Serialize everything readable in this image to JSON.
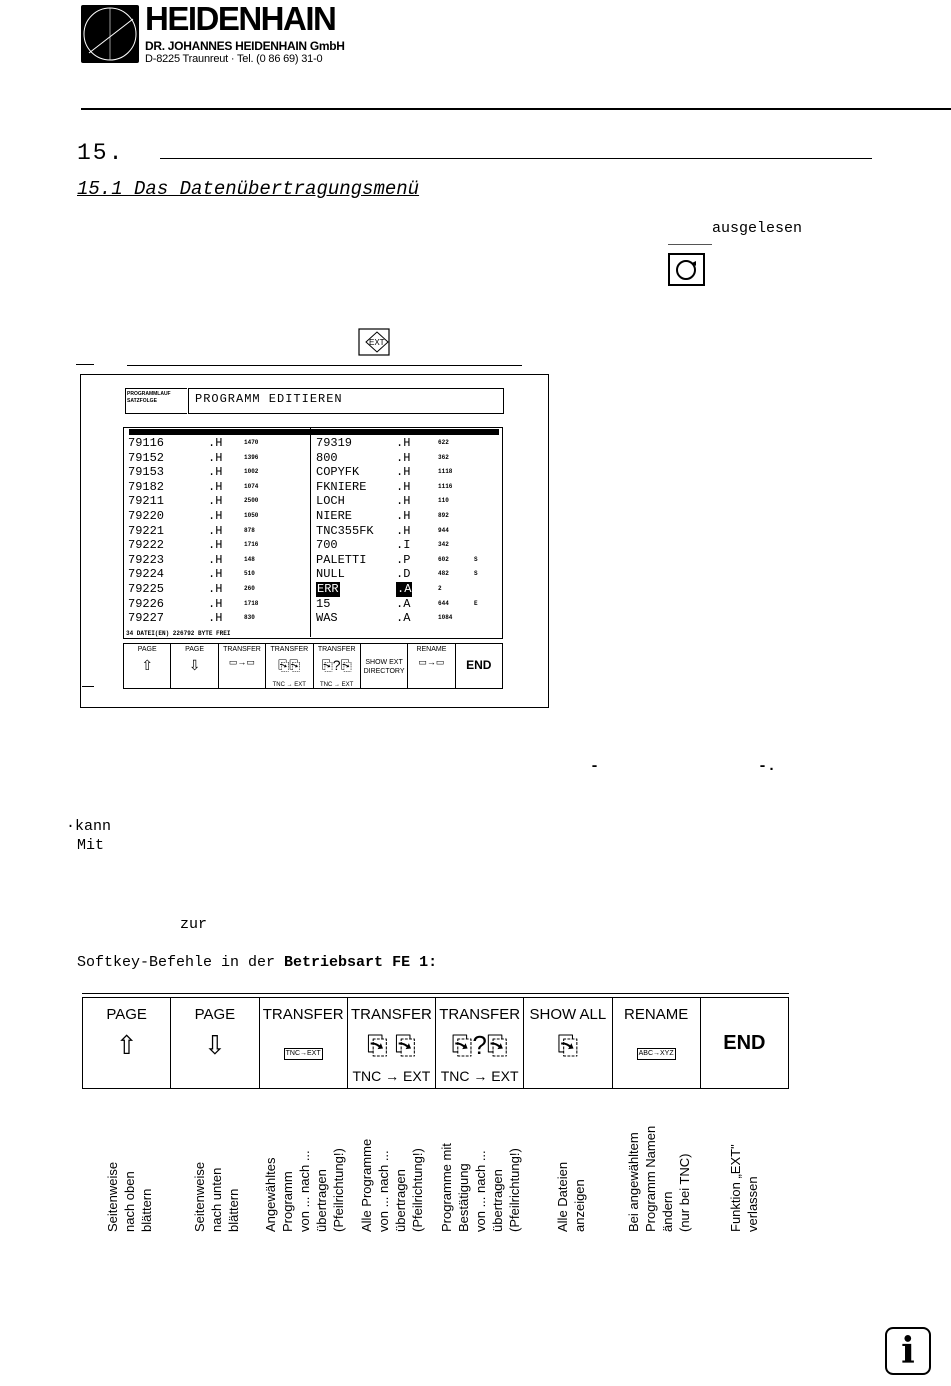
{
  "header": {
    "brand": "HEIDENHAIN",
    "company": "DR. JOHANNES HEIDENHAIN GmbH",
    "address": "D-8225 Traunreut · Tel. (0 86 69) 31-0"
  },
  "chapter_number": "15.",
  "section_title": "15.1 Das Datenübertragungsmenü",
  "fragments": {
    "ausgelesen": "ausgelesen",
    "kann": "·kann",
    "mit": "Mit",
    "zur": "zur",
    "dash": "-",
    "dash_dot": "-."
  },
  "screen": {
    "mode_left": "PROGRAMMLAUF SATZFOLGE",
    "mode_title": "PROGRAMM EDITIEREN",
    "files_left": [
      {
        "name": "79116",
        "ext": ".H",
        "size": "1470"
      },
      {
        "name": "79152",
        "ext": ".H",
        "size": "1396"
      },
      {
        "name": "79153",
        "ext": ".H",
        "size": "1002"
      },
      {
        "name": "79182",
        "ext": ".H",
        "size": "1074"
      },
      {
        "name": "79211",
        "ext": ".H",
        "size": "2500"
      },
      {
        "name": "79220",
        "ext": ".H",
        "size": "1050"
      },
      {
        "name": "79221",
        "ext": ".H",
        "size": "878"
      },
      {
        "name": "79222",
        "ext": ".H",
        "size": "1716"
      },
      {
        "name": "79223",
        "ext": ".H",
        "size": "148"
      },
      {
        "name": "79224",
        "ext": ".H",
        "size": "510"
      },
      {
        "name": "79225",
        "ext": ".H",
        "size": "260"
      },
      {
        "name": "79226",
        "ext": ".H",
        "size": "1718"
      },
      {
        "name": "79227",
        "ext": ".H",
        "size": "830"
      }
    ],
    "files_right": [
      {
        "name": "79319",
        "ext": ".H",
        "size": "622",
        "flag": ""
      },
      {
        "name": "800",
        "ext": ".H",
        "size": "362",
        "flag": ""
      },
      {
        "name": "COPYFK",
        "ext": ".H",
        "size": "1118",
        "flag": ""
      },
      {
        "name": "FKNIERE",
        "ext": ".H",
        "size": "1116",
        "flag": ""
      },
      {
        "name": "LOCH",
        "ext": ".H",
        "size": "110",
        "flag": ""
      },
      {
        "name": "NIERE",
        "ext": ".H",
        "size": "892",
        "flag": ""
      },
      {
        "name": "TNC355FK",
        "ext": ".H",
        "size": "944",
        "flag": ""
      },
      {
        "name": "700",
        "ext": ".I",
        "size": "342",
        "flag": ""
      },
      {
        "name": "PALETTI",
        "ext": ".P",
        "size": "602",
        "flag": "S"
      },
      {
        "name": "NULL",
        "ext": ".D",
        "size": "482",
        "flag": "S"
      },
      {
        "name": "ERR",
        "ext": ".A",
        "size": "2",
        "flag": ""
      },
      {
        "name": "15",
        "ext": ".A",
        "size": "644",
        "flag": "E"
      },
      {
        "name": "WAS",
        "ext": ".A",
        "size": "1084",
        "flag": ""
      }
    ],
    "footer": "34  DATEI(EN)   226792 BYTE FREI",
    "softkeys": [
      {
        "label": "PAGE",
        "symbol": "⇧",
        "sub": ""
      },
      {
        "label": "PAGE",
        "symbol": "⇩",
        "sub": ""
      },
      {
        "label": "TRANSFER",
        "symbol": "▭→▭",
        "sub": ""
      },
      {
        "label": "TRANSFER",
        "symbol": "⎘⎘",
        "sub": "TNC → EXT"
      },
      {
        "label": "TRANSFER",
        "symbol": "⎘?⎘",
        "sub": "TNC → EXT"
      },
      {
        "label": "",
        "symbol": "SHOW EXT DIRECTORY",
        "sub": ""
      },
      {
        "label": "RENAME",
        "symbol": "▭→▭",
        "sub": ""
      },
      {
        "label": "",
        "symbol": "END",
        "sub": ""
      }
    ]
  },
  "softkey_heading": {
    "pre": "Softkey-Befehle in der ",
    "bold": "Betriebsart FE 1:"
  },
  "softkeys": [
    {
      "label": "PAGE",
      "symbol": "⇧",
      "sub": "",
      "desc": "Seitenweise\nnach oben\nblättern"
    },
    {
      "label": "PAGE",
      "symbol": "⇩",
      "sub": "",
      "desc": "Seitenweise\nnach unten\nblättern"
    },
    {
      "label": "TRANSFER",
      "symbol": "TNC→EXT",
      "sub": "",
      "desc": "Angewähltes\nProgramm\nvon ... nach ...\nübertragen\n(Pfeilrichtung!)"
    },
    {
      "label": "TRANSFER",
      "symbol": "⎘ ⎘",
      "sub": "TNC → EXT",
      "desc": "Alle Programme\nvon ... nach ...\nübertragen\n(Pfeilrichtung!)"
    },
    {
      "label": "TRANSFER",
      "symbol": "⎘?⎘",
      "sub": "TNC → EXT",
      "desc": "Programme mit\nBestätigung\nvon ... nach ...\nübertragen\n(Pfeilrichtung!)"
    },
    {
      "label": "SHOW ALL",
      "symbol": "⎘",
      "sub": "",
      "desc": "Alle Dateien\nanzeigen"
    },
    {
      "label": "RENAME",
      "symbol": "ABC→XYZ",
      "sub": "",
      "desc": "Bei angewähltem\nProgramm Namen\nändern\n(nur bei TNC)"
    },
    {
      "label": "",
      "symbol": "END",
      "sub": "",
      "desc": "Funktion „EXT\"\nverlassen"
    }
  ],
  "info_icon": "i"
}
